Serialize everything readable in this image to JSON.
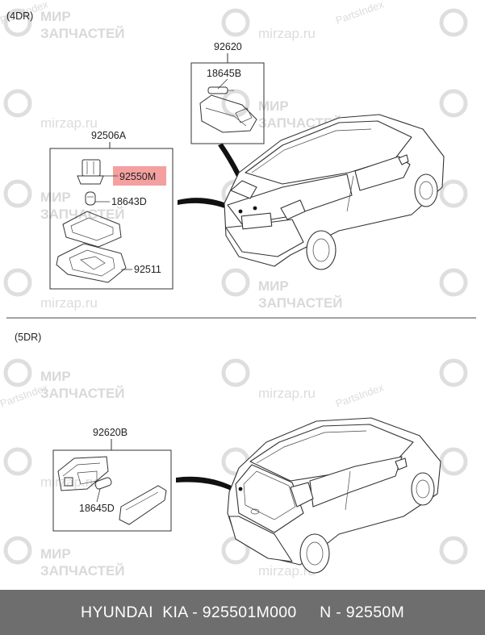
{
  "sections": {
    "top_label": "(4DR)",
    "bottom_label": "(5DR)"
  },
  "parts": {
    "p92620": "92620",
    "p18645B": "18645B",
    "p92506A": "92506A",
    "p92550M": "92550M",
    "p18643D": "18643D",
    "p92511": "92511",
    "p92620B": "92620B",
    "p18645D": "18645D"
  },
  "highlight_color": "#f4a0a0",
  "watermarks": {
    "mir": "МИР",
    "zapchastei": "ЗАПЧАСТЕЙ",
    "mirzap": "mirzap.ru",
    "partsindex": "PartsIndex"
  },
  "footer": {
    "text": "HYUNDAI  KIA - 925501M000     N - 92550M"
  }
}
